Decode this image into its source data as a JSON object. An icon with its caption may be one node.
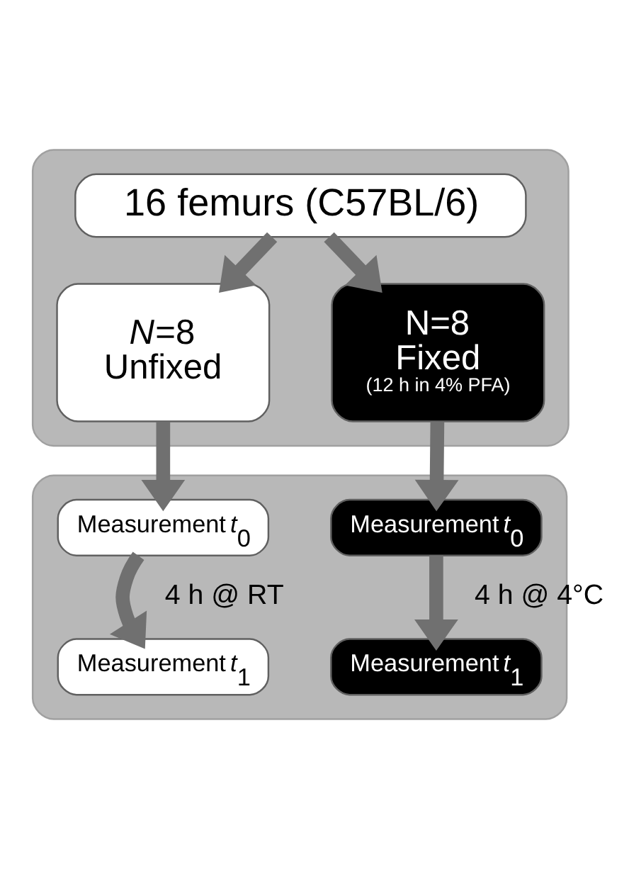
{
  "diagram": {
    "nodes": [
      {
        "text": [],
        "shape": "box"
      },
      {
        "text": [
          "16 femurs (C57BL/6)"
        ],
        "in": 0
      },
      {
        "text": [
          "*N*=8",
          "Unfixed"
        ],
        "in": 0
      },
      {
        "text": [
          "N=8",
          "Fixed",
          "(12 h in 4% PFA)"
        ],
        "in": 0
      },
      {
        "text": [],
        "shape": "box"
      },
      {
        "text": [
          "Measurement *t*$_{0}$"
        ],
        "in": 4
      },
      {
        "text": [
          "Measurement *t*$_{0}$"
        ],
        "in": 4
      },
      {
        "text": [
          "Measurement *t*$_{1}$"
        ],
        "in": 4
      },
      {
        "text": [
          "Measurement *t*$_{1}$"
        ],
        "in": 4
      }
    ],
    "edges": [
      {
        "from": 1,
        "to": 2,
        "arrow": "to"
      },
      {
        "from": 1,
        "to": 3,
        "arrow": "to"
      },
      {
        "from": 2,
        "to": 5,
        "arrow": "to"
      },
      {
        "from": 3,
        "to": 6,
        "arrow": "to"
      },
      {
        "from": 5,
        "to": 7,
        "arrow": "to",
        "label": "4 h @ RT"
      },
      {
        "from": 6,
        "to": 8,
        "arrow": "to",
        "label": "4 h @ 4°C"
      }
    ]
  }
}
